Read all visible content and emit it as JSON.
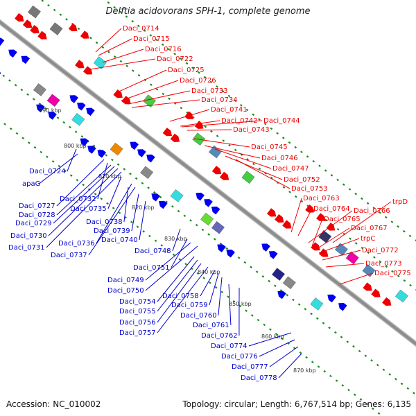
{
  "title": "Delftia acidovorans SPH-1, complete genome",
  "accession_text": "Accession: NC_010002",
  "topology_text": "Topology: circular; Length: 6,767,514 bp; Genes: 6,135",
  "colors": {
    "backbone": "#8c8c8c",
    "forward_label": "#ee0000",
    "reverse_label": "#0000cc",
    "gc_dots": "#1a8c1a"
  },
  "kbp_ticks": [
    "790 kbp",
    "800 kbp",
    "810 kbp",
    "820 kbp",
    "830 kbp",
    "840 kbp",
    "850 kbp",
    "860 kbp",
    "870 kbp"
  ],
  "forward_genes": [
    "Daci_0714",
    "Daci_0715",
    "Daci_0716",
    "Daci_0722",
    "Daci_0725",
    "Daci_0726",
    "Daci_0733",
    "Daci_0734",
    "Daci_0741",
    "Daci_0742",
    "Daci_0744",
    "Daci_0743",
    "Daci_0745",
    "Daci_0746",
    "Daci_0747",
    "Daci_0752",
    "Daci_0753",
    "Daci_0763",
    "trpD",
    "Daci_0764",
    "Daci_0766",
    "Daci_0765",
    "Daci_0767",
    "trpC",
    "Daci_0772",
    "Daci_0773",
    "Daci_0775"
  ],
  "reverse_genes": [
    "Daci_0724",
    "apaG",
    "Daci_0727",
    "Daci_0732",
    "Daci_0728",
    "Daci_0735",
    "Daci_0729",
    "Daci_0738",
    "Daci_0730",
    "Daci_0739",
    "Daci_0731",
    "Daci_0736",
    "Daci_0740",
    "Daci_0737",
    "Daci_0748",
    "Daci_0751",
    "Daci_0749",
    "Daci_0750",
    "Daci_0758",
    "Daci_0754",
    "Daci_0759",
    "Daci_0755",
    "Daci_0760",
    "Daci_0756",
    "Daci_0761",
    "Daci_0757",
    "Daci_0762",
    "Daci_0774",
    "Daci_0776",
    "Daci_0777",
    "Daci_0778"
  ]
}
